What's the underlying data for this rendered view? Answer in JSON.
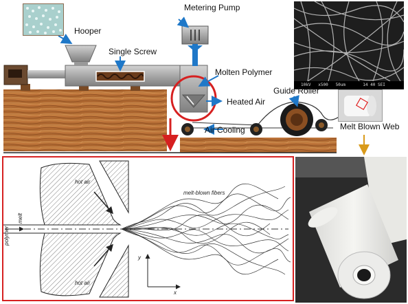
{
  "labels": {
    "hopper": "Hooper",
    "single_screw": "Single Screw",
    "metering_pump": "Metering Pump",
    "molten_polymer": "Molten Polymer",
    "heated_air": "Heated Air",
    "guide_roller": "Guide Roller",
    "air_cooling": "Air Cooling",
    "melt_blown_web": "Melt Blown Web"
  },
  "sem_info": "10kV   x500   50um       14 40 SEI",
  "detail": {
    "hot_air_top": "hot air",
    "hot_air_bottom": "hot air",
    "melt_blown_fibers": "melt-blown fibers",
    "polymer": "polymer",
    "melt": "melt",
    "axis_y": "y",
    "axis_x": "x"
  },
  "colors": {
    "arrow_blue": "#1f78c8",
    "highlight_red": "#d62020",
    "wood": "#b5703a",
    "gold_arrow": "#d99a1a",
    "machine_gray": "#9a9a9a"
  }
}
